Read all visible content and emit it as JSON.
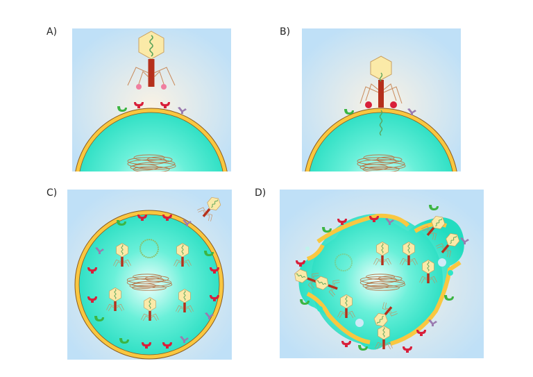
{
  "figure": {
    "description": "Bacteriophage lytic cycle in four stages",
    "panels": [
      {
        "id": "A",
        "label": "A)",
        "stage": "phage approaching host cell receptors"
      },
      {
        "id": "B",
        "label": "B)",
        "stage": "phage attached, injecting DNA"
      },
      {
        "id": "C",
        "label": "C)",
        "stage": "phage replication inside host cell"
      },
      {
        "id": "D",
        "label": "D)",
        "stage": "cell lysis releasing new phages"
      }
    ]
  },
  "colors": {
    "background": "#bfe0f7",
    "background_center": "#f7f4ee",
    "cytoplasm": "#2ee6c8",
    "cytoplasm_center": "#e8fffb",
    "membrane": "#f9c740",
    "membrane_outline": "#8a5a1e",
    "phage_head": "#fbeaa8",
    "phage_tail": "#b5301c",
    "phage_fibers": "#c98a5a",
    "dna": "#5aa35a",
    "receptor_red": "#d81f3a",
    "receptor_green": "#3cb543",
    "receptor_purple": "#9a7bb0",
    "fiber_tip": "#f07fa0",
    "chromosome": "#b5784a"
  }
}
